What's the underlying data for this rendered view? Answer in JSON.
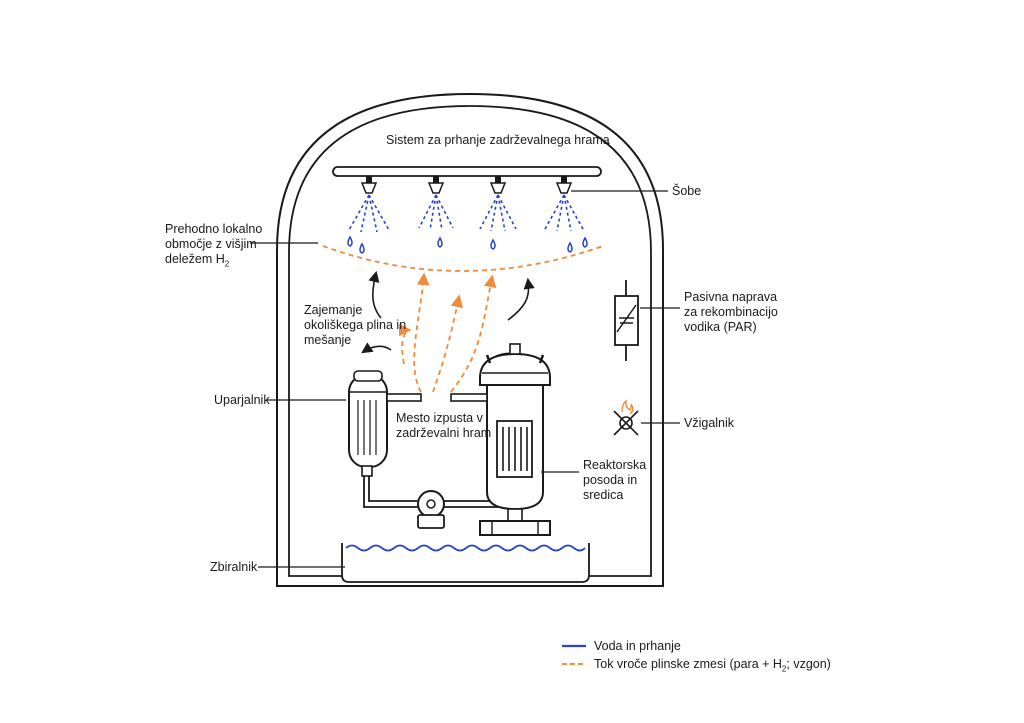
{
  "title": "Sistem za prhanje zadrževalnega hrama",
  "labels": {
    "nozzles": "Šobe",
    "transient_region": [
      "Prehodno lokalno",
      "območje z višjim",
      "deležem H",
      "2"
    ],
    "entrainment": [
      "Zajemanje",
      "okoliškega plina in",
      "mešanje"
    ],
    "evaporator": "Uparjalnik",
    "release_point": [
      "Mesto izpusta v",
      "zadrževalni hram"
    ],
    "reactor": [
      "Reaktorska",
      "posoda in",
      "sredica"
    ],
    "sump": "Zbiralnik",
    "par": [
      "Pasivna naprava",
      "za rekombinacijo",
      "vodika (PAR)"
    ],
    "igniter": "Vžigalnik"
  },
  "legend": {
    "water": "Voda in prhanje",
    "gas_prefix": "Tok vroče plinske zmesi (para + H",
    "gas_sub": "2",
    "gas_suffix": "; vzgon)"
  },
  "colors": {
    "outline": "#1a1a1a",
    "water": "#2445c9",
    "gas": "#f08a3c",
    "background": "#ffffff"
  }
}
